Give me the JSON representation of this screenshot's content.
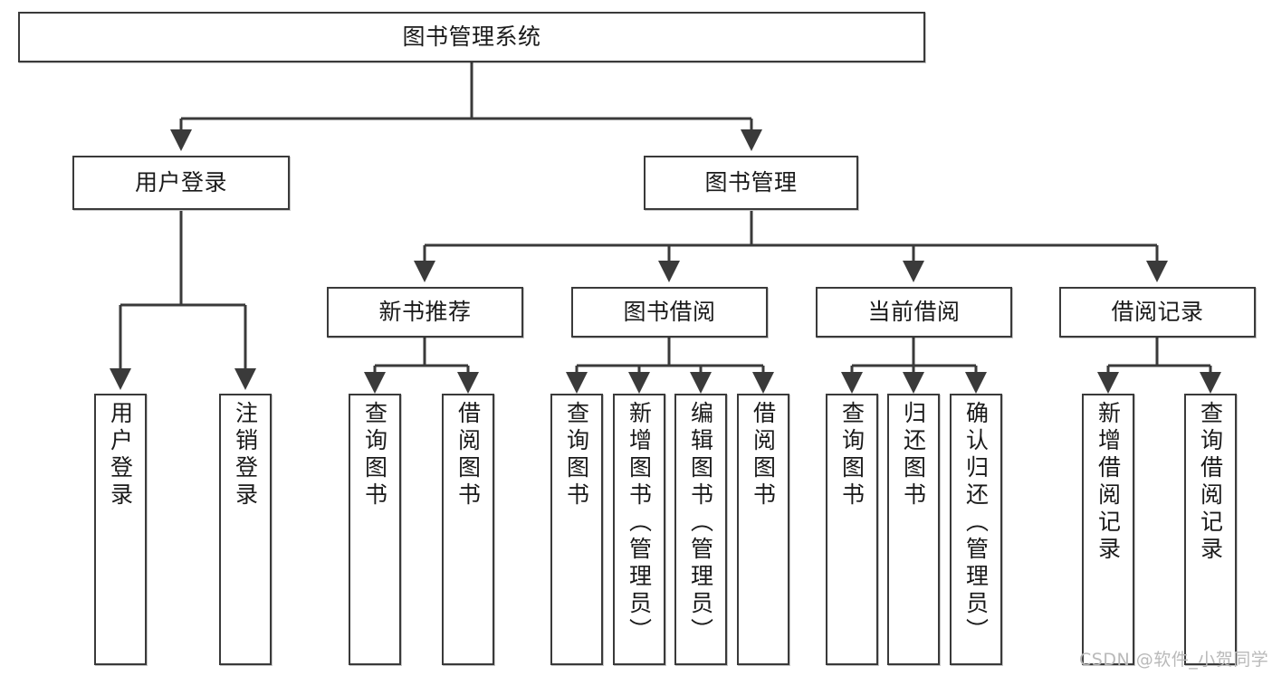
{
  "diagram": {
    "title": "图书管理系统",
    "type": "tree-hierarchy-diagram",
    "watermark": "CSDN @软件_小贺同学",
    "colors": {
      "background": "#ffffff",
      "box_border": "#3a3a3a",
      "box_fill": "#ffffff",
      "text": "#1a1a1a",
      "edge": "#3a3a3a",
      "watermark": "#b9b9b9"
    },
    "levels": [
      {
        "level": 1,
        "nodes": [
          {
            "id": "root",
            "label": "图书管理系统",
            "orientation": "horizontal"
          }
        ]
      },
      {
        "level": 2,
        "nodes": [
          {
            "id": "user-login",
            "label": "用户登录",
            "orientation": "horizontal",
            "parent": "root"
          },
          {
            "id": "book-manage",
            "label": "图书管理",
            "orientation": "horizontal",
            "parent": "root"
          }
        ]
      },
      {
        "level": 3,
        "nodes": [
          {
            "id": "new-book-rec",
            "label": "新书推荐",
            "orientation": "horizontal",
            "parent": "book-manage"
          },
          {
            "id": "book-borrow",
            "label": "图书借阅",
            "orientation": "horizontal",
            "parent": "book-manage"
          },
          {
            "id": "current-borrow",
            "label": "当前借阅",
            "orientation": "horizontal",
            "parent": "book-manage"
          },
          {
            "id": "borrow-record",
            "label": "借阅记录",
            "orientation": "horizontal",
            "parent": "book-manage"
          }
        ]
      },
      {
        "level": 4,
        "nodes": [
          {
            "id": "leaf-user-login",
            "label": "用户登录",
            "orientation": "vertical",
            "parent": "user-login"
          },
          {
            "id": "leaf-logout",
            "label": "注销登录",
            "orientation": "vertical",
            "parent": "user-login"
          },
          {
            "id": "leaf-query-book-1",
            "label": "查询图书",
            "orientation": "vertical",
            "parent": "new-book-rec"
          },
          {
            "id": "leaf-borrow-book-1",
            "label": "借阅图书",
            "orientation": "vertical",
            "parent": "new-book-rec"
          },
          {
            "id": "leaf-query-book-2",
            "label": "查询图书",
            "orientation": "vertical",
            "parent": "book-borrow"
          },
          {
            "id": "leaf-add-book",
            "label": "新增图书（管理员）",
            "orientation": "vertical",
            "parent": "book-borrow"
          },
          {
            "id": "leaf-edit-book",
            "label": "编辑图书（管理员）",
            "orientation": "vertical",
            "parent": "book-borrow"
          },
          {
            "id": "leaf-borrow-book-2",
            "label": "借阅图书",
            "orientation": "vertical",
            "parent": "book-borrow"
          },
          {
            "id": "leaf-query-book-3",
            "label": "查询图书",
            "orientation": "vertical",
            "parent": "current-borrow"
          },
          {
            "id": "leaf-return-book",
            "label": "归还图书",
            "orientation": "vertical",
            "parent": "current-borrow"
          },
          {
            "id": "leaf-confirm-return",
            "label": "确认归还（管理员）",
            "orientation": "vertical",
            "parent": "current-borrow"
          },
          {
            "id": "leaf-add-record",
            "label": "新增借阅记录",
            "orientation": "vertical",
            "parent": "borrow-record"
          },
          {
            "id": "leaf-query-record",
            "label": "查询借阅记录",
            "orientation": "vertical",
            "parent": "borrow-record"
          }
        ]
      }
    ]
  }
}
